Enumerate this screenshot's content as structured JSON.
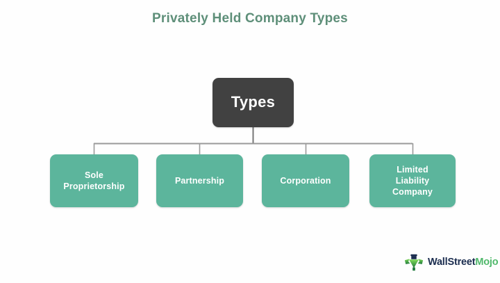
{
  "title": "Privately Held Company Types",
  "colors": {
    "background": "#fefefe",
    "title_text": "#5e8f79",
    "root_node_fill": "#414141",
    "child_node_fill": "#5cb59c",
    "node_text": "#ffffff",
    "connector_line": "#8a8a8a",
    "logo_primary": "#1b2d4f",
    "logo_accent": "#4fb86a"
  },
  "diagram": {
    "type": "org-chart",
    "root": {
      "label": "Types"
    },
    "children": [
      {
        "label": "Sole\nProprietorship"
      },
      {
        "label": "Partnership"
      },
      {
        "label": "Corporation"
      },
      {
        "label": "Limited\nLiability\nCompany"
      }
    ]
  },
  "logo": {
    "icon": "bull-market-arrow-icon",
    "word_primary": "WallStreet",
    "word_accent": "Mojo"
  }
}
